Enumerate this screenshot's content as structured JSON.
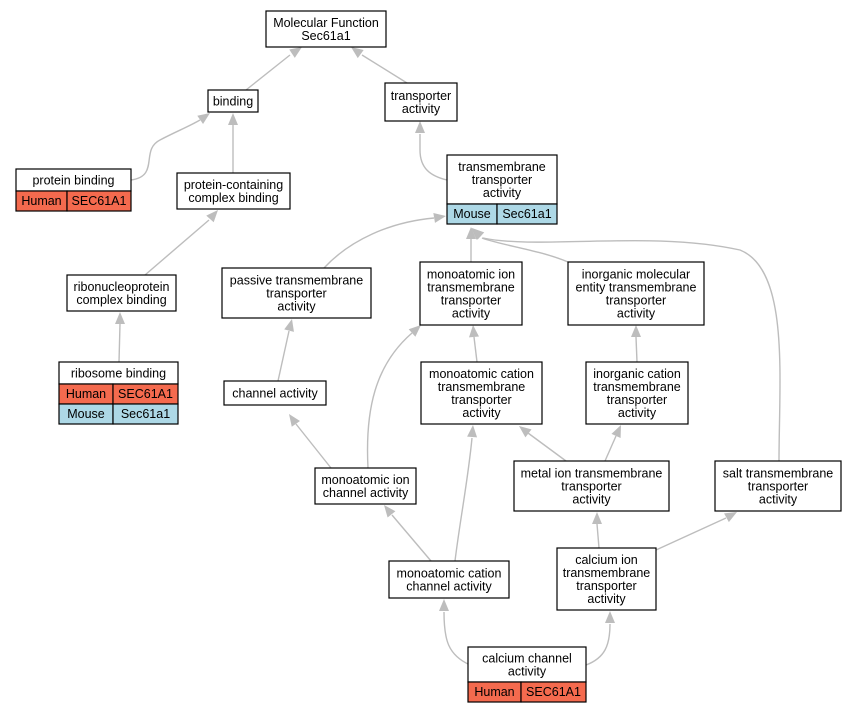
{
  "colors": {
    "human": "#f46a4e",
    "mouse": "#add8e6",
    "edge": "#bdbdbd",
    "box_border": "#000000"
  },
  "nodes": [
    {
      "id": "molecular-function",
      "lines": [
        "Molecular Function",
        "Sec61a1"
      ]
    },
    {
      "id": "binding",
      "lines": [
        "binding"
      ]
    },
    {
      "id": "transporter-activity",
      "lines": [
        "transporter",
        "activity"
      ]
    },
    {
      "id": "protein-binding",
      "lines": [
        "protein binding"
      ],
      "annotations": [
        {
          "species": "Human",
          "gene": "SEC61A1"
        }
      ]
    },
    {
      "id": "protein-containing-complex-binding",
      "lines": [
        "protein-containing",
        "complex binding"
      ]
    },
    {
      "id": "transmembrane-transporter-activity",
      "lines": [
        "transmembrane",
        "transporter",
        "activity"
      ],
      "annotations": [
        {
          "species": "Mouse",
          "gene": "Sec61a1"
        }
      ]
    },
    {
      "id": "ribonucleoprotein-complex-binding",
      "lines": [
        "ribonucleoprotein",
        "complex binding"
      ]
    },
    {
      "id": "passive-transmembrane-transporter-activity",
      "lines": [
        "passive transmembrane",
        "transporter",
        "activity"
      ]
    },
    {
      "id": "monoatomic-ion-transmembrane-transporter-activity",
      "lines": [
        "monoatomic ion",
        "transmembrane",
        "transporter",
        "activity"
      ]
    },
    {
      "id": "inorganic-molecular-entity-transmembrane-transporter-activity",
      "lines": [
        "inorganic molecular",
        "entity transmembrane",
        "transporter",
        "activity"
      ]
    },
    {
      "id": "ribosome-binding",
      "lines": [
        "ribosome binding"
      ],
      "annotations": [
        {
          "species": "Human",
          "gene": "SEC61A1"
        },
        {
          "species": "Mouse",
          "gene": "Sec61a1"
        }
      ]
    },
    {
      "id": "channel-activity",
      "lines": [
        "channel activity"
      ]
    },
    {
      "id": "monoatomic-cation-transmembrane-transporter-activity",
      "lines": [
        "monoatomic cation",
        "transmembrane",
        "transporter",
        "activity"
      ]
    },
    {
      "id": "inorganic-cation-transmembrane-transporter-activity",
      "lines": [
        "inorganic cation",
        "transmembrane",
        "transporter",
        "activity"
      ]
    },
    {
      "id": "monoatomic-ion-channel-activity",
      "lines": [
        "monoatomic ion",
        "channel activity"
      ]
    },
    {
      "id": "metal-ion-transmembrane-transporter-activity",
      "lines": [
        "metal ion transmembrane",
        "transporter",
        "activity"
      ]
    },
    {
      "id": "salt-transmembrane-transporter-activity",
      "lines": [
        "salt transmembrane",
        "transporter",
        "activity"
      ]
    },
    {
      "id": "monoatomic-cation-channel-activity",
      "lines": [
        "monoatomic cation",
        "channel activity"
      ]
    },
    {
      "id": "calcium-ion-transmembrane-transporter-activity",
      "lines": [
        "calcium ion",
        "transmembrane",
        "transporter",
        "activity"
      ]
    },
    {
      "id": "calcium-channel-activity",
      "lines": [
        "calcium channel",
        "activity"
      ],
      "annotations": [
        {
          "species": "Human",
          "gene": "SEC61A1"
        }
      ]
    }
  ],
  "edges": [
    {
      "from": "binding",
      "to": "molecular-function"
    },
    {
      "from": "transporter-activity",
      "to": "molecular-function"
    },
    {
      "from": "protein-binding",
      "to": "binding"
    },
    {
      "from": "protein-containing-complex-binding",
      "to": "binding"
    },
    {
      "from": "transmembrane-transporter-activity",
      "to": "transporter-activity"
    },
    {
      "from": "ribonucleoprotein-complex-binding",
      "to": "protein-containing-complex-binding"
    },
    {
      "from": "ribosome-binding",
      "to": "ribonucleoprotein-complex-binding"
    },
    {
      "from": "passive-transmembrane-transporter-activity",
      "to": "transmembrane-transporter-activity"
    },
    {
      "from": "monoatomic-ion-transmembrane-transporter-activity",
      "to": "transmembrane-transporter-activity"
    },
    {
      "from": "inorganic-molecular-entity-transmembrane-transporter-activity",
      "to": "transmembrane-transporter-activity"
    },
    {
      "from": "salt-transmembrane-transporter-activity",
      "to": "transmembrane-transporter-activity"
    },
    {
      "from": "channel-activity",
      "to": "passive-transmembrane-transporter-activity"
    },
    {
      "from": "monoatomic-ion-channel-activity",
      "to": "channel-activity"
    },
    {
      "from": "monoatomic-ion-channel-activity",
      "to": "monoatomic-ion-transmembrane-transporter-activity"
    },
    {
      "from": "monoatomic-cation-transmembrane-transporter-activity",
      "to": "monoatomic-ion-transmembrane-transporter-activity"
    },
    {
      "from": "inorganic-cation-transmembrane-transporter-activity",
      "to": "inorganic-molecular-entity-transmembrane-transporter-activity"
    },
    {
      "from": "metal-ion-transmembrane-transporter-activity",
      "to": "monoatomic-cation-transmembrane-transporter-activity"
    },
    {
      "from": "metal-ion-transmembrane-transporter-activity",
      "to": "inorganic-cation-transmembrane-transporter-activity"
    },
    {
      "from": "monoatomic-cation-channel-activity",
      "to": "monoatomic-ion-channel-activity"
    },
    {
      "from": "monoatomic-cation-channel-activity",
      "to": "monoatomic-cation-transmembrane-transporter-activity"
    },
    {
      "from": "calcium-ion-transmembrane-transporter-activity",
      "to": "metal-ion-transmembrane-transporter-activity"
    },
    {
      "from": "calcium-ion-transmembrane-transporter-activity",
      "to": "salt-transmembrane-transporter-activity"
    },
    {
      "from": "calcium-channel-activity",
      "to": "monoatomic-cation-channel-activity"
    },
    {
      "from": "calcium-channel-activity",
      "to": "calcium-ion-transmembrane-transporter-activity"
    }
  ]
}
